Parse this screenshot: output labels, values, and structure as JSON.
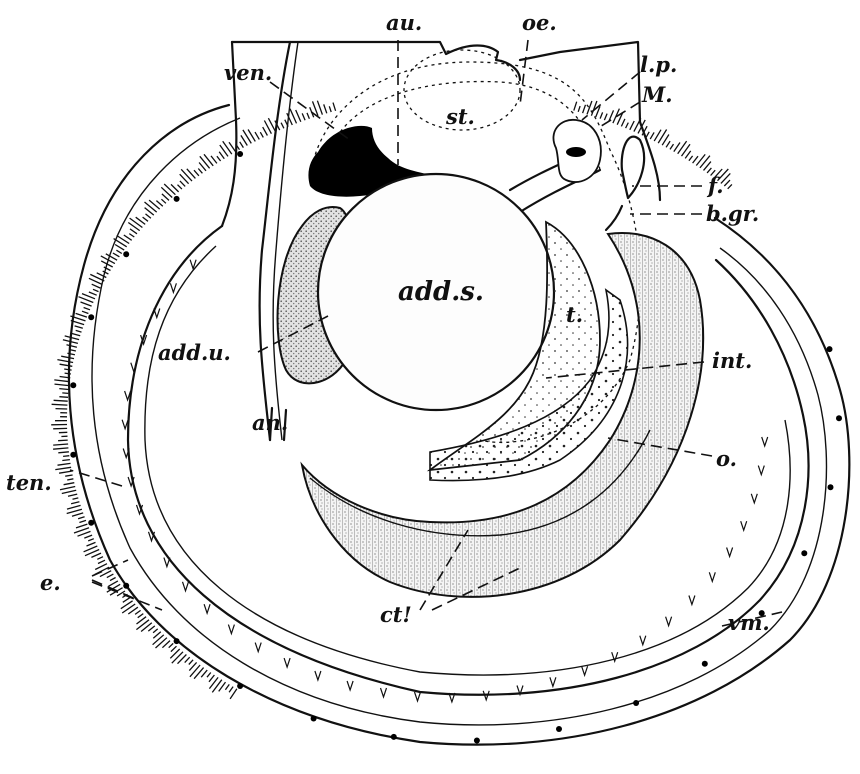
{
  "labels": {
    "au": "au.",
    "oe": "oe.",
    "ven": "ven.",
    "st": "st.",
    "lp": "l.p.",
    "M": "M.",
    "f": "f.",
    "bgr": "b.gr.",
    "adds": "add.s.",
    "t": "t.",
    "addu": "add.u.",
    "int": "int.",
    "an": "an.",
    "o": "o.",
    "ten": "ten.",
    "ct": "ct!",
    "e": "e.",
    "vm": "vm."
  },
  "colors": {
    "ink": "#111111",
    "background": "#ffffff",
    "ventricle_fill": "#000000",
    "adductor_fill": "#c8c8c8"
  }
}
